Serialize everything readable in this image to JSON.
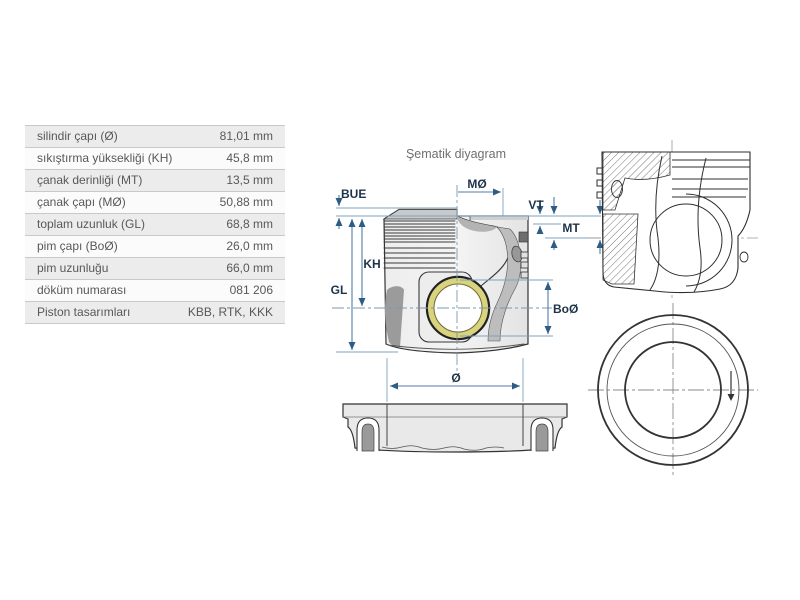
{
  "spec_table": {
    "rows": [
      {
        "label": "silindir çapı (Ø)",
        "value": "81,01 mm"
      },
      {
        "label": "sıkıştırma yüksekliği (KH)",
        "value": "45,8 mm"
      },
      {
        "label": "çanak derinliği (MT)",
        "value": "13,5 mm"
      },
      {
        "label": "çanak çapı (MØ)",
        "value": "50,88 mm"
      },
      {
        "label": "toplam uzunluk (GL)",
        "value": "68,8 mm"
      },
      {
        "label": "pim çapı (BoØ)",
        "value": "26,0 mm"
      },
      {
        "label": "pim uzunluğu",
        "value": "66,0 mm"
      },
      {
        "label": "döküm numarası",
        "value": "081 206"
      },
      {
        "label": "Piston tasarımları",
        "value": "KBB, RTK, KKK"
      }
    ]
  },
  "diagram": {
    "title": "Şematik diyagram",
    "dim_labels": {
      "bue": "BUE",
      "mo": "MØ",
      "vt": "VT",
      "mt": "MT",
      "kh": "KH",
      "gl": "GL",
      "bo": "BoØ",
      "dia": "Ø"
    }
  },
  "colors": {
    "dimension_line": "#4f7ea9",
    "dimension_label": "#1d3349",
    "drawing_outline": "#333333",
    "pin_bush_yellow": "#d9d37e",
    "table_alt_row": "#ececec",
    "table_text": "#58585a",
    "title_text": "#6f6f6f"
  }
}
